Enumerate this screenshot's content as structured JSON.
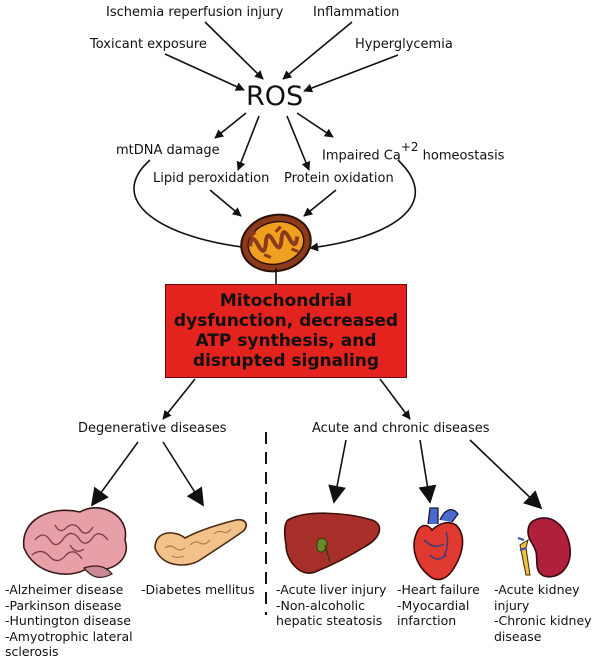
{
  "triggers": {
    "ischemia": "Ischemia reperfusion injury",
    "inflammation": "Inflammation",
    "toxicant": "Toxicant exposure",
    "hyperglycemia": "Hyperglycemia"
  },
  "ros": "ROS",
  "effects": {
    "mtdna": "mtDNA damage",
    "lipid": "Lipid peroxidation",
    "protein": "Protein oxidation",
    "calcium_prefix": "Impaired Ca",
    "calcium_sup": "+2",
    "calcium_suffix": " homeostasis"
  },
  "central_box": "Mitochondrial dysfunction, decreased ATP synthesis, and disrupted signaling",
  "branches": {
    "degenerative": "Degenerative diseases",
    "acute": "Acute and chronic diseases"
  },
  "organs": {
    "brain": [
      "-Alzheimer disease",
      "-Parkinson disease",
      "-Huntington disease",
      "-Amyotrophic lateral",
      "sclerosis"
    ],
    "pancreas": [
      "-Diabetes mellitus"
    ],
    "liver": [
      "-Acute liver injury",
      "-Non-alcoholic",
      "hepatic steatosis"
    ],
    "heart": [
      "-Heart failure",
      "-Myocardial",
      "infarction"
    ],
    "kidney": [
      "-Acute kidney",
      "injury",
      "-Chronic kidney",
      "disease"
    ]
  },
  "colors": {
    "box_fill": "#e4231f",
    "mitochondria": "#8b3a1c",
    "cristae": "#f0a020",
    "brain": "#e8a0a8",
    "pancreas": "#f2c28a",
    "liver": "#a8302a",
    "heart": "#e03a30",
    "kidney": "#b0203a"
  }
}
